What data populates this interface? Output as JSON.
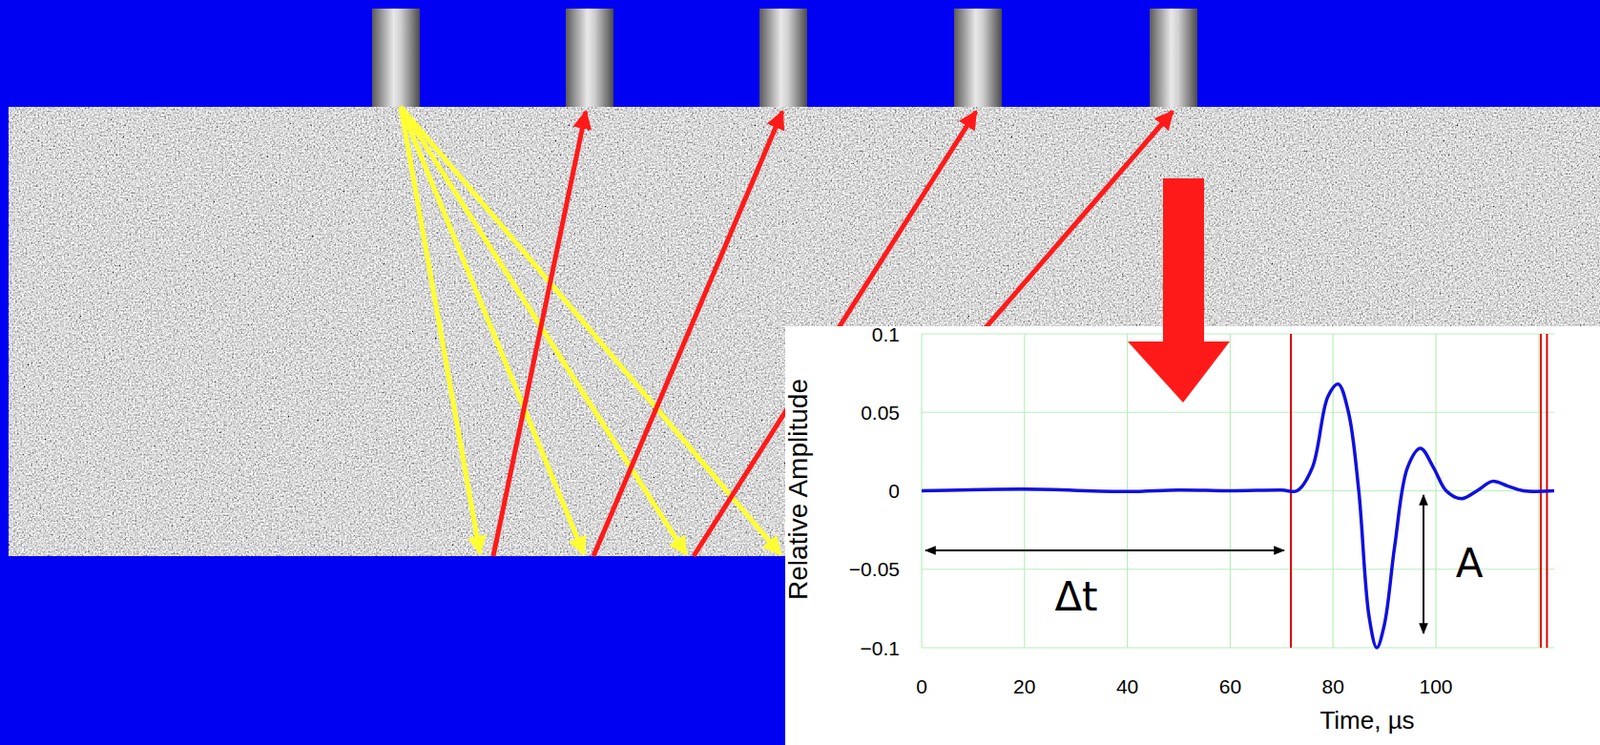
{
  "diagram": {
    "labels": [
      "Relative Amplitude",
      "0.1",
      "0.05",
      "0",
      "−0.05",
      "−0.1",
      "0",
      "20",
      "40",
      "60",
      "80",
      "100",
      "Time, µs",
      "Δt",
      "A"
    ]
  }
}
